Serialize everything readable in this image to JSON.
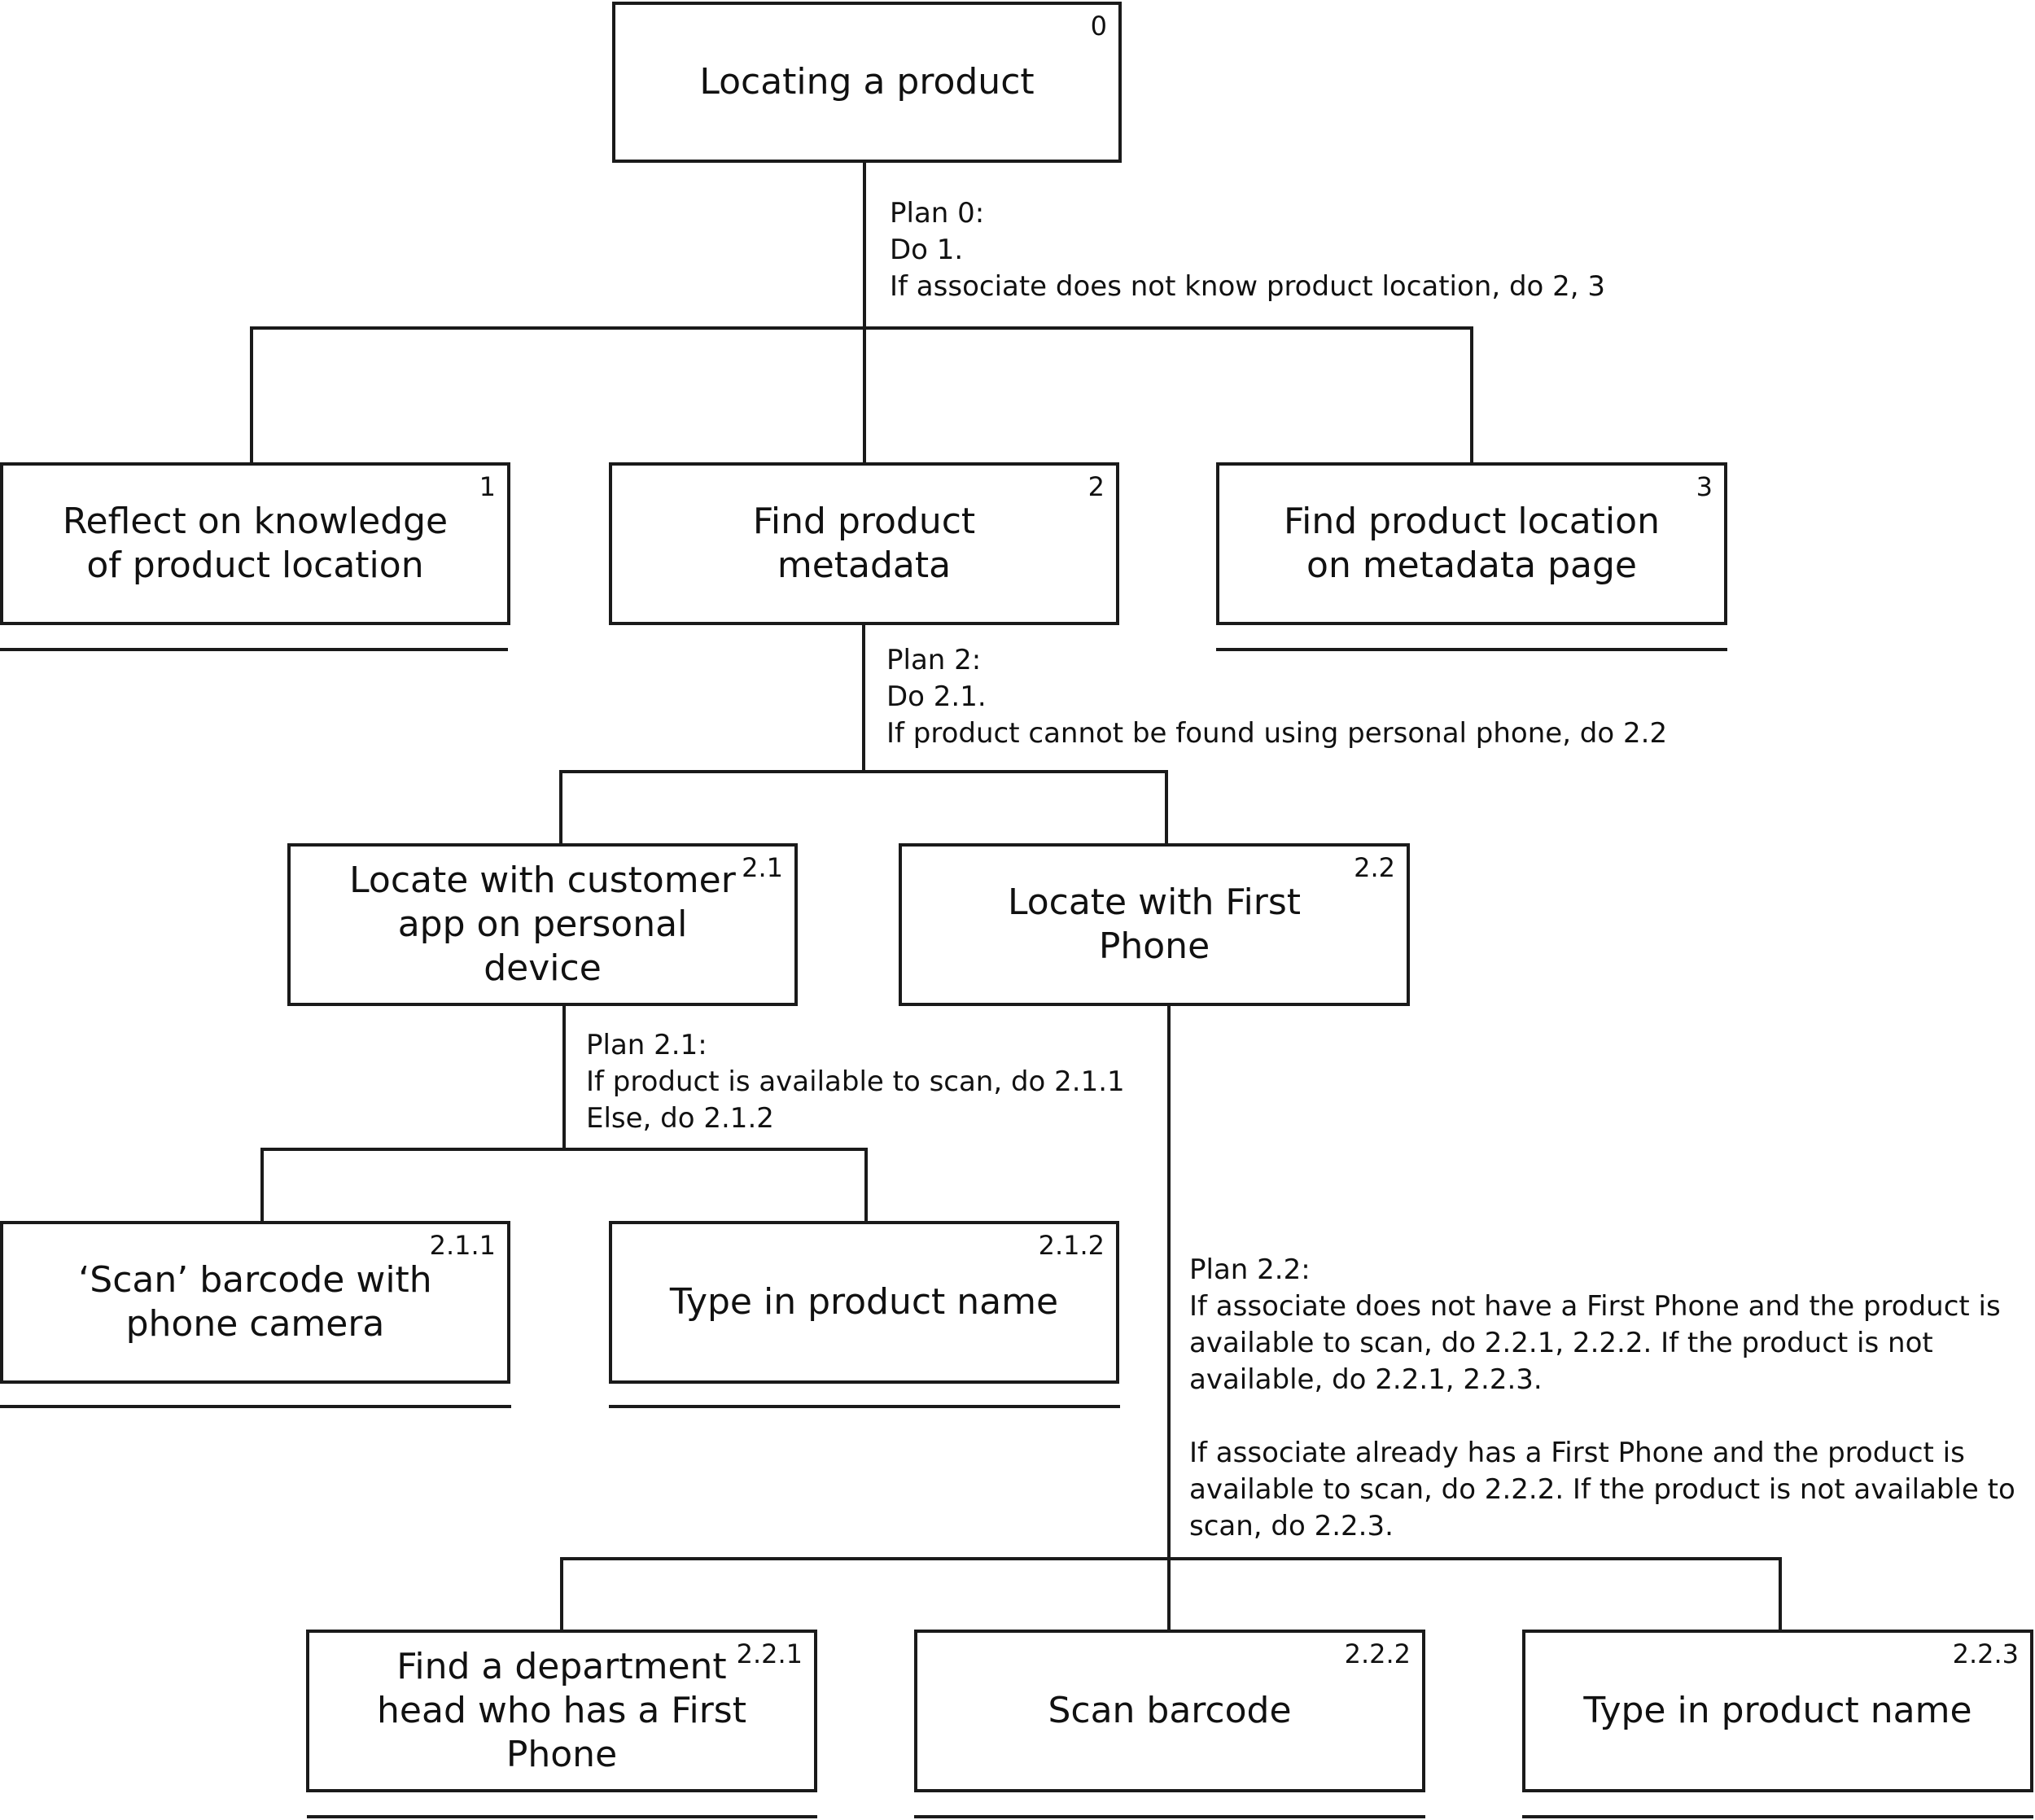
{
  "tasks": {
    "t0": {
      "num": "0",
      "label": "Locating a product"
    },
    "t1": {
      "num": "1",
      "label": "Reflect on knowledge of product location"
    },
    "t2": {
      "num": "2",
      "label": "Find product metadata"
    },
    "t3": {
      "num": "3",
      "label": "Find product location on metadata page"
    },
    "t21": {
      "num": "2.1",
      "label": "Locate with customer app on personal device"
    },
    "t22": {
      "num": "2.2",
      "label": "Locate with First Phone"
    },
    "t211": {
      "num": "2.1.1",
      "label": "‘Scan’ barcode with phone camera"
    },
    "t212": {
      "num": "2.1.2",
      "label": "Type in product name"
    },
    "t221": {
      "num": "2.2.1",
      "label": "Find a department head who has a First Phone"
    },
    "t222": {
      "num": "2.2.2",
      "label": "Scan barcode"
    },
    "t223": {
      "num": "2.2.3",
      "label": "Type in product name"
    }
  },
  "plans": {
    "p0": {
      "lines": [
        "Plan 0:",
        "Do 1.",
        "If associate does not know product location, do 2, 3"
      ]
    },
    "p2": {
      "lines": [
        "Plan 2:",
        "Do 2.1.",
        "If product cannot be found using personal phone, do 2.2"
      ]
    },
    "p21": {
      "lines": [
        "Plan 2.1:",
        "If product is available to scan, do 2.1.1",
        "Else, do 2.1.2"
      ]
    },
    "p22": {
      "lines": [
        "Plan 2.2:",
        "If associate does not have a First Phone and the product is",
        "available to scan, do 2.2.1, 2.2.2. If the product is not",
        "available, do 2.2.1, 2.2.3.",
        "",
        "If associate already has a First Phone and the product is",
        "available to scan, do 2.2.2. If the product is not available to",
        "scan, do 2.2.3."
      ]
    }
  }
}
